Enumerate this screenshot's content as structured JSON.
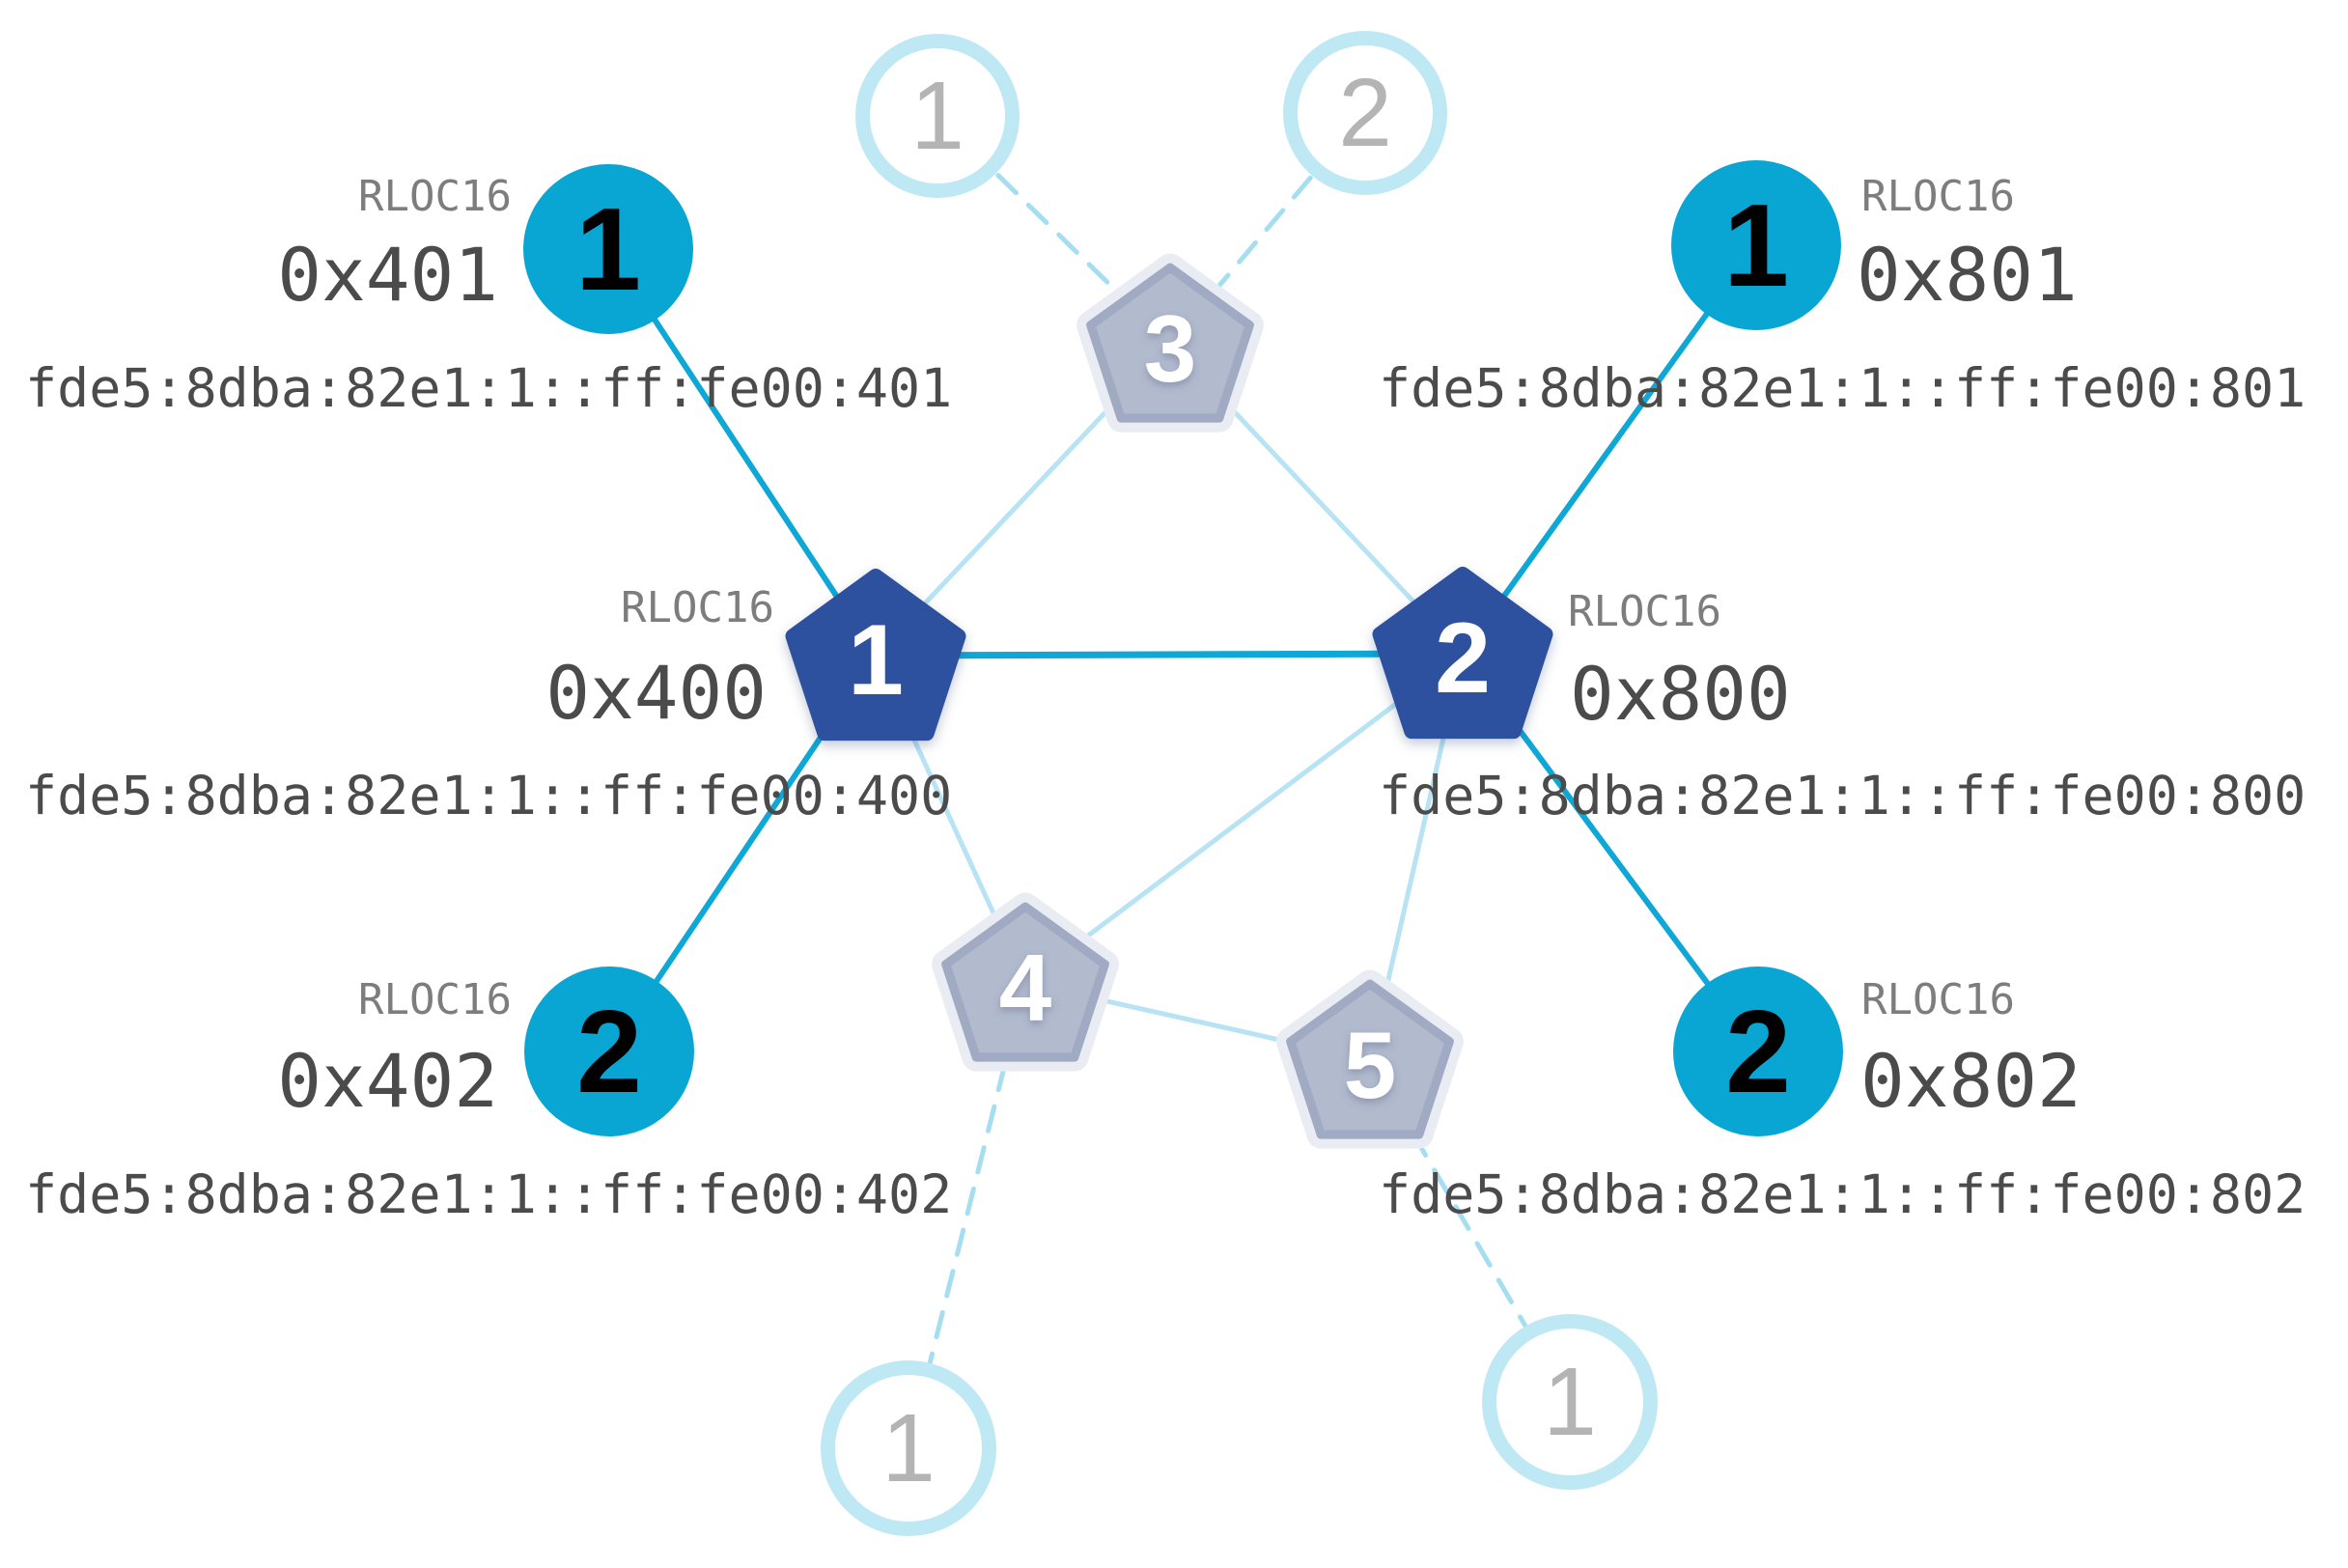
{
  "labels": {
    "rloc16": "RLOC16"
  },
  "colors": {
    "child_active_fill": "#0aa6d3",
    "router_active_fill": "#2d519e",
    "router_inactive_fill": "#b2bace",
    "link_active": "#0ea7d6",
    "link_inactive": "#b7e3f4",
    "link_dashed": "#a5ddf1",
    "inactive_circle_stroke": "#bfe8f5",
    "inactive_number": "#b4b4b4",
    "text_primary": "#4b4b4b",
    "text_secondary": "#7d7d7d"
  },
  "nodes": {
    "router_1": {
      "label": "1",
      "rloc16": "0x400",
      "ipv6": "fde5:8dba:82e1:1::ff:fe00:400"
    },
    "router_2": {
      "label": "2",
      "rloc16": "0x800",
      "ipv6": "fde5:8dba:82e1:1::ff:fe00:800"
    },
    "router_3": {
      "label": "3"
    },
    "router_4": {
      "label": "4"
    },
    "router_5": {
      "label": "5"
    },
    "child_401": {
      "label": "1",
      "rloc16": "0x401",
      "ipv6": "fde5:8dba:82e1:1::ff:fe00:401"
    },
    "child_402": {
      "label": "2",
      "rloc16": "0x402",
      "ipv6": "fde5:8dba:82e1:1::ff:fe00:402"
    },
    "child_801": {
      "label": "1",
      "rloc16": "0x801",
      "ipv6": "fde5:8dba:82e1:1::ff:fe00:801"
    },
    "child_802": {
      "label": "2",
      "rloc16": "0x802",
      "ipv6": "fde5:8dba:82e1:1::ff:fe00:802"
    },
    "child_faded_top_1": {
      "label": "1"
    },
    "child_faded_top_2": {
      "label": "2"
    },
    "child_faded_bottom_left": {
      "label": "1"
    },
    "child_faded_bottom_right": {
      "label": "1"
    }
  }
}
